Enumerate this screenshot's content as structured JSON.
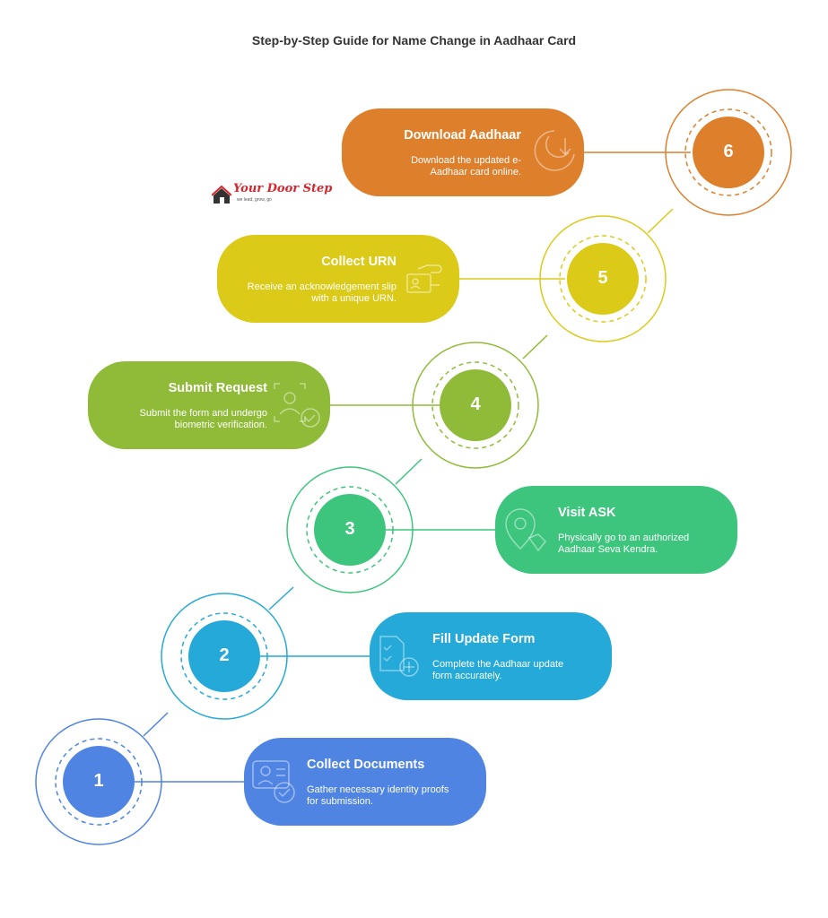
{
  "title": "Step-by-Step Guide for Name Change in Aadhaar Card",
  "logo": {
    "name": "Your Door Step",
    "tagline": "we lead, grow, go"
  },
  "colors": {
    "step1": "#4f84e3",
    "step2": "#24a9d8",
    "step3": "#3dc57d",
    "step4": "#8fbb38",
    "step5": "#dcca19",
    "step6": "#de7f2c"
  },
  "steps": [
    {
      "number": "1",
      "title": "Collect Documents",
      "description": "Gather necessary identity proofs for submission.",
      "icon": "id-card-check-icon"
    },
    {
      "number": "2",
      "title": "Fill Update Form",
      "description": "Complete the Aadhaar update form accurately.",
      "icon": "form-add-icon"
    },
    {
      "number": "3",
      "title": "Visit ASK",
      "description": "Physically go to an authorized Aadhaar Seva Kendra.",
      "icon": "location-pin-icon"
    },
    {
      "number": "4",
      "title": "Submit Request",
      "description": "Submit the form and undergo biometric verification.",
      "icon": "biometric-check-icon"
    },
    {
      "number": "5",
      "title": "Collect URN",
      "description": "Receive an acknowledgement slip with a unique URN.",
      "icon": "receipt-hand-icon"
    },
    {
      "number": "6",
      "title": "Download Aadhaar",
      "description": "Download the updated e-Aadhaar card online.",
      "icon": "download-icon"
    }
  ]
}
